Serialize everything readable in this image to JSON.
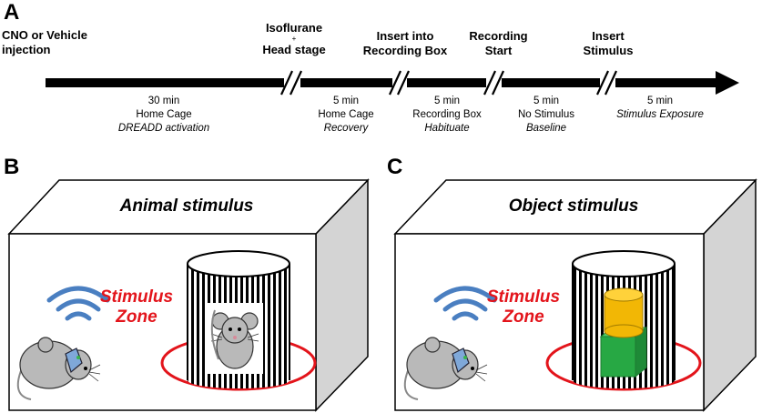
{
  "panels": {
    "a": "A",
    "b": "B",
    "c": "C"
  },
  "timeline": {
    "events": [
      {
        "line1": "CNO or Vehicle",
        "line2": "injection",
        "plus": "",
        "line3": ""
      },
      {
        "line1": "Isoflurane",
        "line2": "",
        "plus": "+",
        "line3": "Head stage"
      },
      {
        "line1": "Insert into",
        "line2": "Recording Box",
        "plus": "",
        "line3": ""
      },
      {
        "line1": "Recording",
        "line2": "Start",
        "plus": "",
        "line3": ""
      },
      {
        "line1": "Insert",
        "line2": "Stimulus",
        "plus": "",
        "line3": ""
      }
    ],
    "phases": [
      {
        "duration": "30 min",
        "location": "Home Cage",
        "note": "DREADD activation"
      },
      {
        "duration": "5 min",
        "location": "Home Cage",
        "note": "Recovery"
      },
      {
        "duration": "5 min",
        "location": "Recording Box",
        "note": "Habituate"
      },
      {
        "duration": "5 min",
        "location": "No Stimulus",
        "note": "Baseline"
      },
      {
        "duration": "5 min",
        "location": "",
        "note": "Stimulus Exposure"
      }
    ]
  },
  "boxes": [
    {
      "title": "Animal stimulus",
      "zone_line1": "Stimulus",
      "zone_line2": "Zone"
    },
    {
      "title": "Object stimulus",
      "zone_line1": "Stimulus",
      "zone_line2": "Zone"
    }
  ],
  "colors": {
    "zone": "#e3141b",
    "wifi": "#4a7fc1",
    "mouse": "#b9b9b9",
    "cylinder_top": "#f2b705",
    "cube": "#27a844",
    "box_side": "#d4d4d4"
  }
}
